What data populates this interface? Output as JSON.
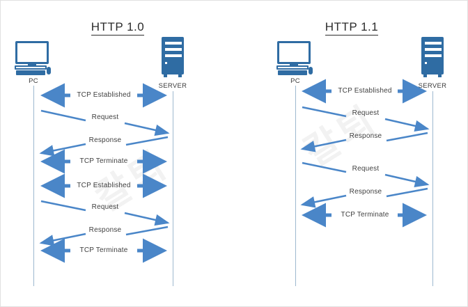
{
  "image": {
    "title": "HTTP 1.0 vs HTTP 1.1 connection sequence diagram",
    "background_color": "#ffffff",
    "border_color": "#e0e0e0",
    "accent_color": "#4a86c8",
    "icon_color": "#2f6ca3",
    "lifeline_color": "#9db8cf",
    "text_color": "#3f3f3f",
    "watermark_text": "칼퇴"
  },
  "panels": [
    {
      "id": "http10",
      "title": "HTTP 1.0",
      "actors": {
        "client": {
          "label": "PC",
          "icon": "pc-icon"
        },
        "server": {
          "label": "SERVER",
          "icon": "server-icon"
        }
      },
      "messages": [
        {
          "label": "TCP Established",
          "type": "bidirectional"
        },
        {
          "label": "Request",
          "type": "to-server"
        },
        {
          "label": "Response",
          "type": "to-client"
        },
        {
          "label": "TCP Terminate",
          "type": "bidirectional"
        },
        {
          "label": "TCP Established",
          "type": "bidirectional"
        },
        {
          "label": "Request",
          "type": "to-server"
        },
        {
          "label": "Response",
          "type": "to-client"
        },
        {
          "label": "TCP Terminate",
          "type": "bidirectional"
        }
      ]
    },
    {
      "id": "http11",
      "title": "HTTP 1.1",
      "actors": {
        "client": {
          "label": "PC",
          "icon": "pc-icon"
        },
        "server": {
          "label": "SERVER",
          "icon": "server-icon"
        }
      },
      "messages": [
        {
          "label": "TCP Established",
          "type": "bidirectional"
        },
        {
          "label": "Request",
          "type": "to-server"
        },
        {
          "label": "Response",
          "type": "to-client"
        },
        {
          "label": "Request",
          "type": "to-server"
        },
        {
          "label": "Response",
          "type": "to-client"
        },
        {
          "label": "TCP Terminate",
          "type": "bidirectional"
        }
      ]
    }
  ]
}
